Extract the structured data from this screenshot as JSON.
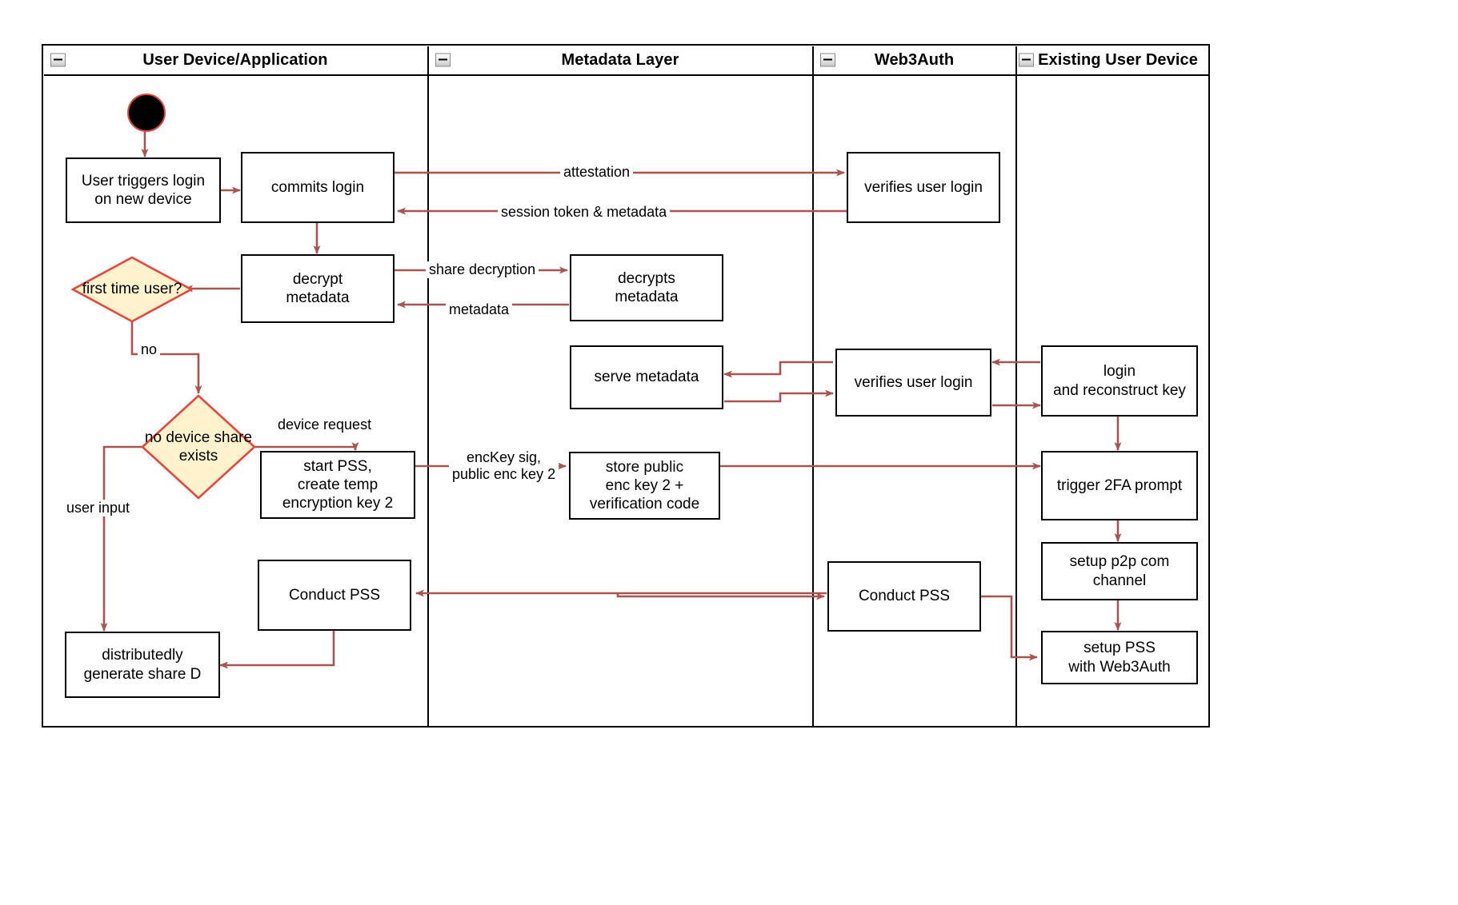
{
  "diagram": {
    "title": "Web3Auth new-device login swimlane activity diagram",
    "colors": {
      "edge": "#a85450",
      "node_border": "#000000",
      "node_fill": "#ffffff",
      "decision_fill": "#fff2cc",
      "decision_border": "#e8453c",
      "start_fill": "#000000",
      "lane_border": "#000000"
    }
  },
  "lanes": [
    {
      "id": "lane-user-device",
      "label": "User Device/Application",
      "collapse_icon": "collapse-minus-icon"
    },
    {
      "id": "lane-metadata",
      "label": "Metadata Layer",
      "collapse_icon": "collapse-minus-icon"
    },
    {
      "id": "lane-web3auth",
      "label": "Web3Auth",
      "collapse_icon": "collapse-minus-icon"
    },
    {
      "id": "lane-existing-device",
      "label": "Existing User Device",
      "collapse_icon": "collapse-minus-icon"
    }
  ],
  "nodes": {
    "start": {
      "type": "initial-node",
      "label": ""
    },
    "user_triggers_login": {
      "type": "action",
      "lines": [
        "User triggers login",
        "on new device"
      ]
    },
    "commits_login": {
      "type": "action",
      "lines": [
        "commits login"
      ]
    },
    "verifies_user_login_top": {
      "type": "action",
      "lines": [
        "verifies user login"
      ]
    },
    "decrypt_metadata": {
      "type": "action",
      "lines": [
        "decrypt",
        "metadata"
      ]
    },
    "decrypts_metadata": {
      "type": "action",
      "lines": [
        "decrypts",
        "metadata"
      ]
    },
    "first_time_user": {
      "type": "decision",
      "lines": [
        "first time",
        "user?"
      ]
    },
    "serve_metadata": {
      "type": "action",
      "lines": [
        "serve metadata"
      ]
    },
    "verifies_user_login_mid": {
      "type": "action",
      "lines": [
        "verifies user login"
      ]
    },
    "login_reconstruct_key": {
      "type": "action",
      "lines": [
        "login",
        "and reconstruct key"
      ]
    },
    "no_device_share_exists": {
      "type": "decision",
      "lines": [
        "no device",
        "share exists"
      ]
    },
    "start_pss_create_temp_key": {
      "type": "action",
      "lines": [
        "start PSS,",
        "create temp",
        "encryption key 2"
      ]
    },
    "store_public_enc_key": {
      "type": "action",
      "lines": [
        "store public",
        "enc key 2 +",
        "verification code"
      ]
    },
    "trigger_2fa_prompt": {
      "type": "action",
      "lines": [
        "trigger 2FA prompt"
      ]
    },
    "setup_p2p_channel": {
      "type": "action",
      "lines": [
        "setup p2p com",
        "channel"
      ]
    },
    "conduct_pss_left": {
      "type": "action",
      "lines": [
        "Conduct PSS"
      ]
    },
    "conduct_pss_right": {
      "type": "action",
      "lines": [
        "Conduct PSS"
      ]
    },
    "setup_pss_web3auth": {
      "type": "action",
      "lines": [
        "setup PSS",
        "with Web3Auth"
      ]
    },
    "distributedly_generate_share_d": {
      "type": "action",
      "lines": [
        "distributedly",
        "generate share D"
      ]
    }
  },
  "edge_labels": {
    "attestation": "attestation",
    "session_token_metadata": "session token & metadata",
    "share_decryption": "share decryption",
    "metadata": "metadata",
    "no": "no",
    "device_request": "device request",
    "enc_key_sig_line1": "encKey sig,",
    "enc_key_sig_line2": "public enc key 2",
    "user_input": "user input"
  }
}
